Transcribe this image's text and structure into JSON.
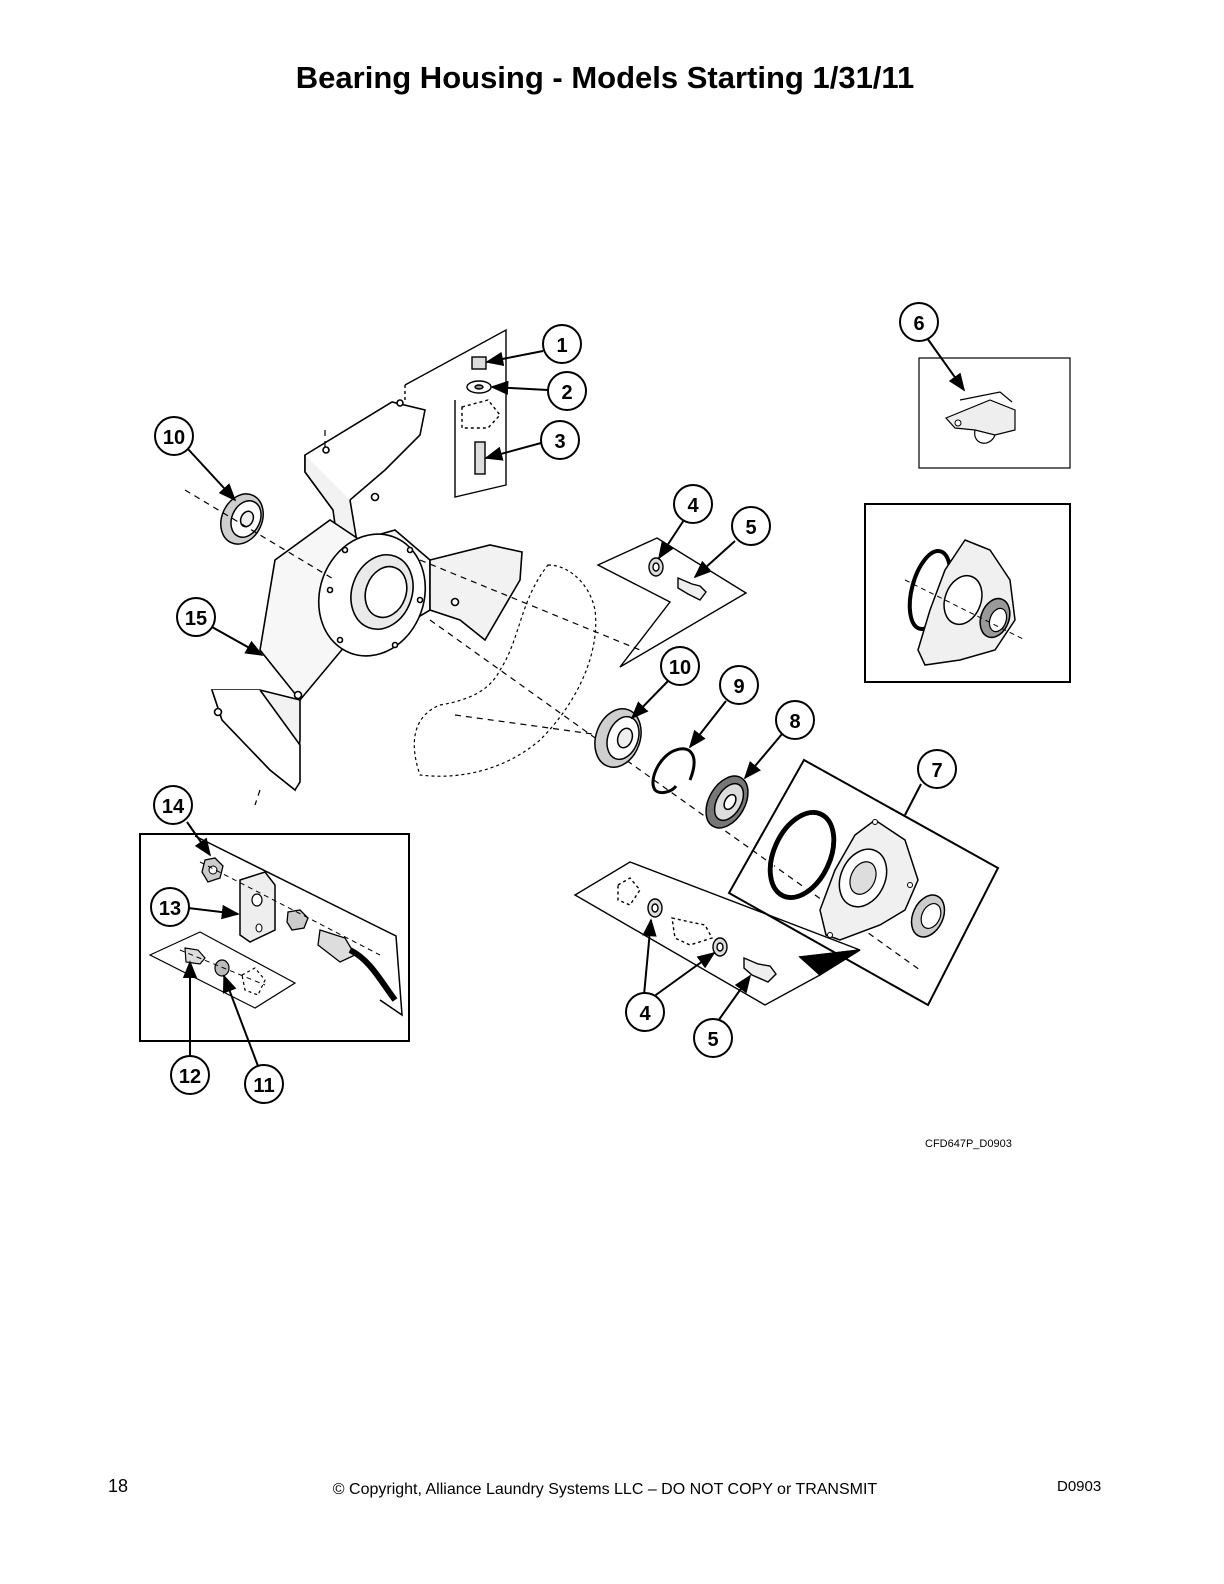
{
  "page": {
    "title": "Bearing Housing - Models Starting 1/31/11",
    "figure_code": "CFD647P_D0903",
    "page_number": "18",
    "copyright": "© Copyright, Alliance Laundry Systems LLC – DO NOT COPY or TRANSMIT",
    "doc_id": "D0903"
  },
  "callouts": {
    "c1": "1",
    "c2": "2",
    "c3": "3",
    "c4a": "4",
    "c5a": "5",
    "c6": "6",
    "c7": "7",
    "c8": "8",
    "c9": "9",
    "c10a": "10",
    "c10b": "10",
    "c11": "11",
    "c12": "12",
    "c13": "13",
    "c14": "14",
    "c15": "15",
    "c4b": "4",
    "c5b": "5"
  }
}
